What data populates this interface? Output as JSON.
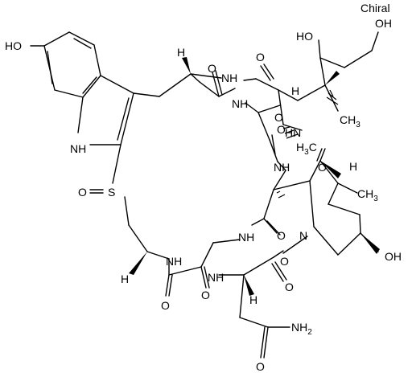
{
  "chiral_label": "Chiral",
  "labels": {
    "oh_phenol": "HO",
    "nh_indole": "NH",
    "s_oxide_o": "O",
    "s_atom": "S",
    "h_trp": "H",
    "nh_trp": "NH",
    "o_trp": "O",
    "nh_gly": "NH",
    "o_top": "O",
    "h_top": "H",
    "oh_side1": "HO",
    "oh_side2": "OH",
    "ch3_side": "CH",
    "ch3_sub": "3",
    "hn_ile": "HN",
    "o_ile": "O",
    "nh_gly2": "NH",
    "o_gly2": "O",
    "h3c_pro": "H",
    "h3c_sub": "3",
    "h3c_c": "C",
    "h_pro": "H",
    "o_pro": "O",
    "ch3_pro": "CH",
    "ch3_pro_sub": "3",
    "n_pro": "N",
    "oh_pro": "OH",
    "nh_mid": "NH",
    "o_mid": "O",
    "nh_cys": "NH",
    "h_cys": "H",
    "o_cys": "O",
    "nh_asn": "NH",
    "o_asn1": "O",
    "o_asn2": "O",
    "h_asn": "H",
    "o_asn_mid": "O",
    "nh2": "NH",
    "nh2_sub": "2",
    "o_amide": "O"
  }
}
